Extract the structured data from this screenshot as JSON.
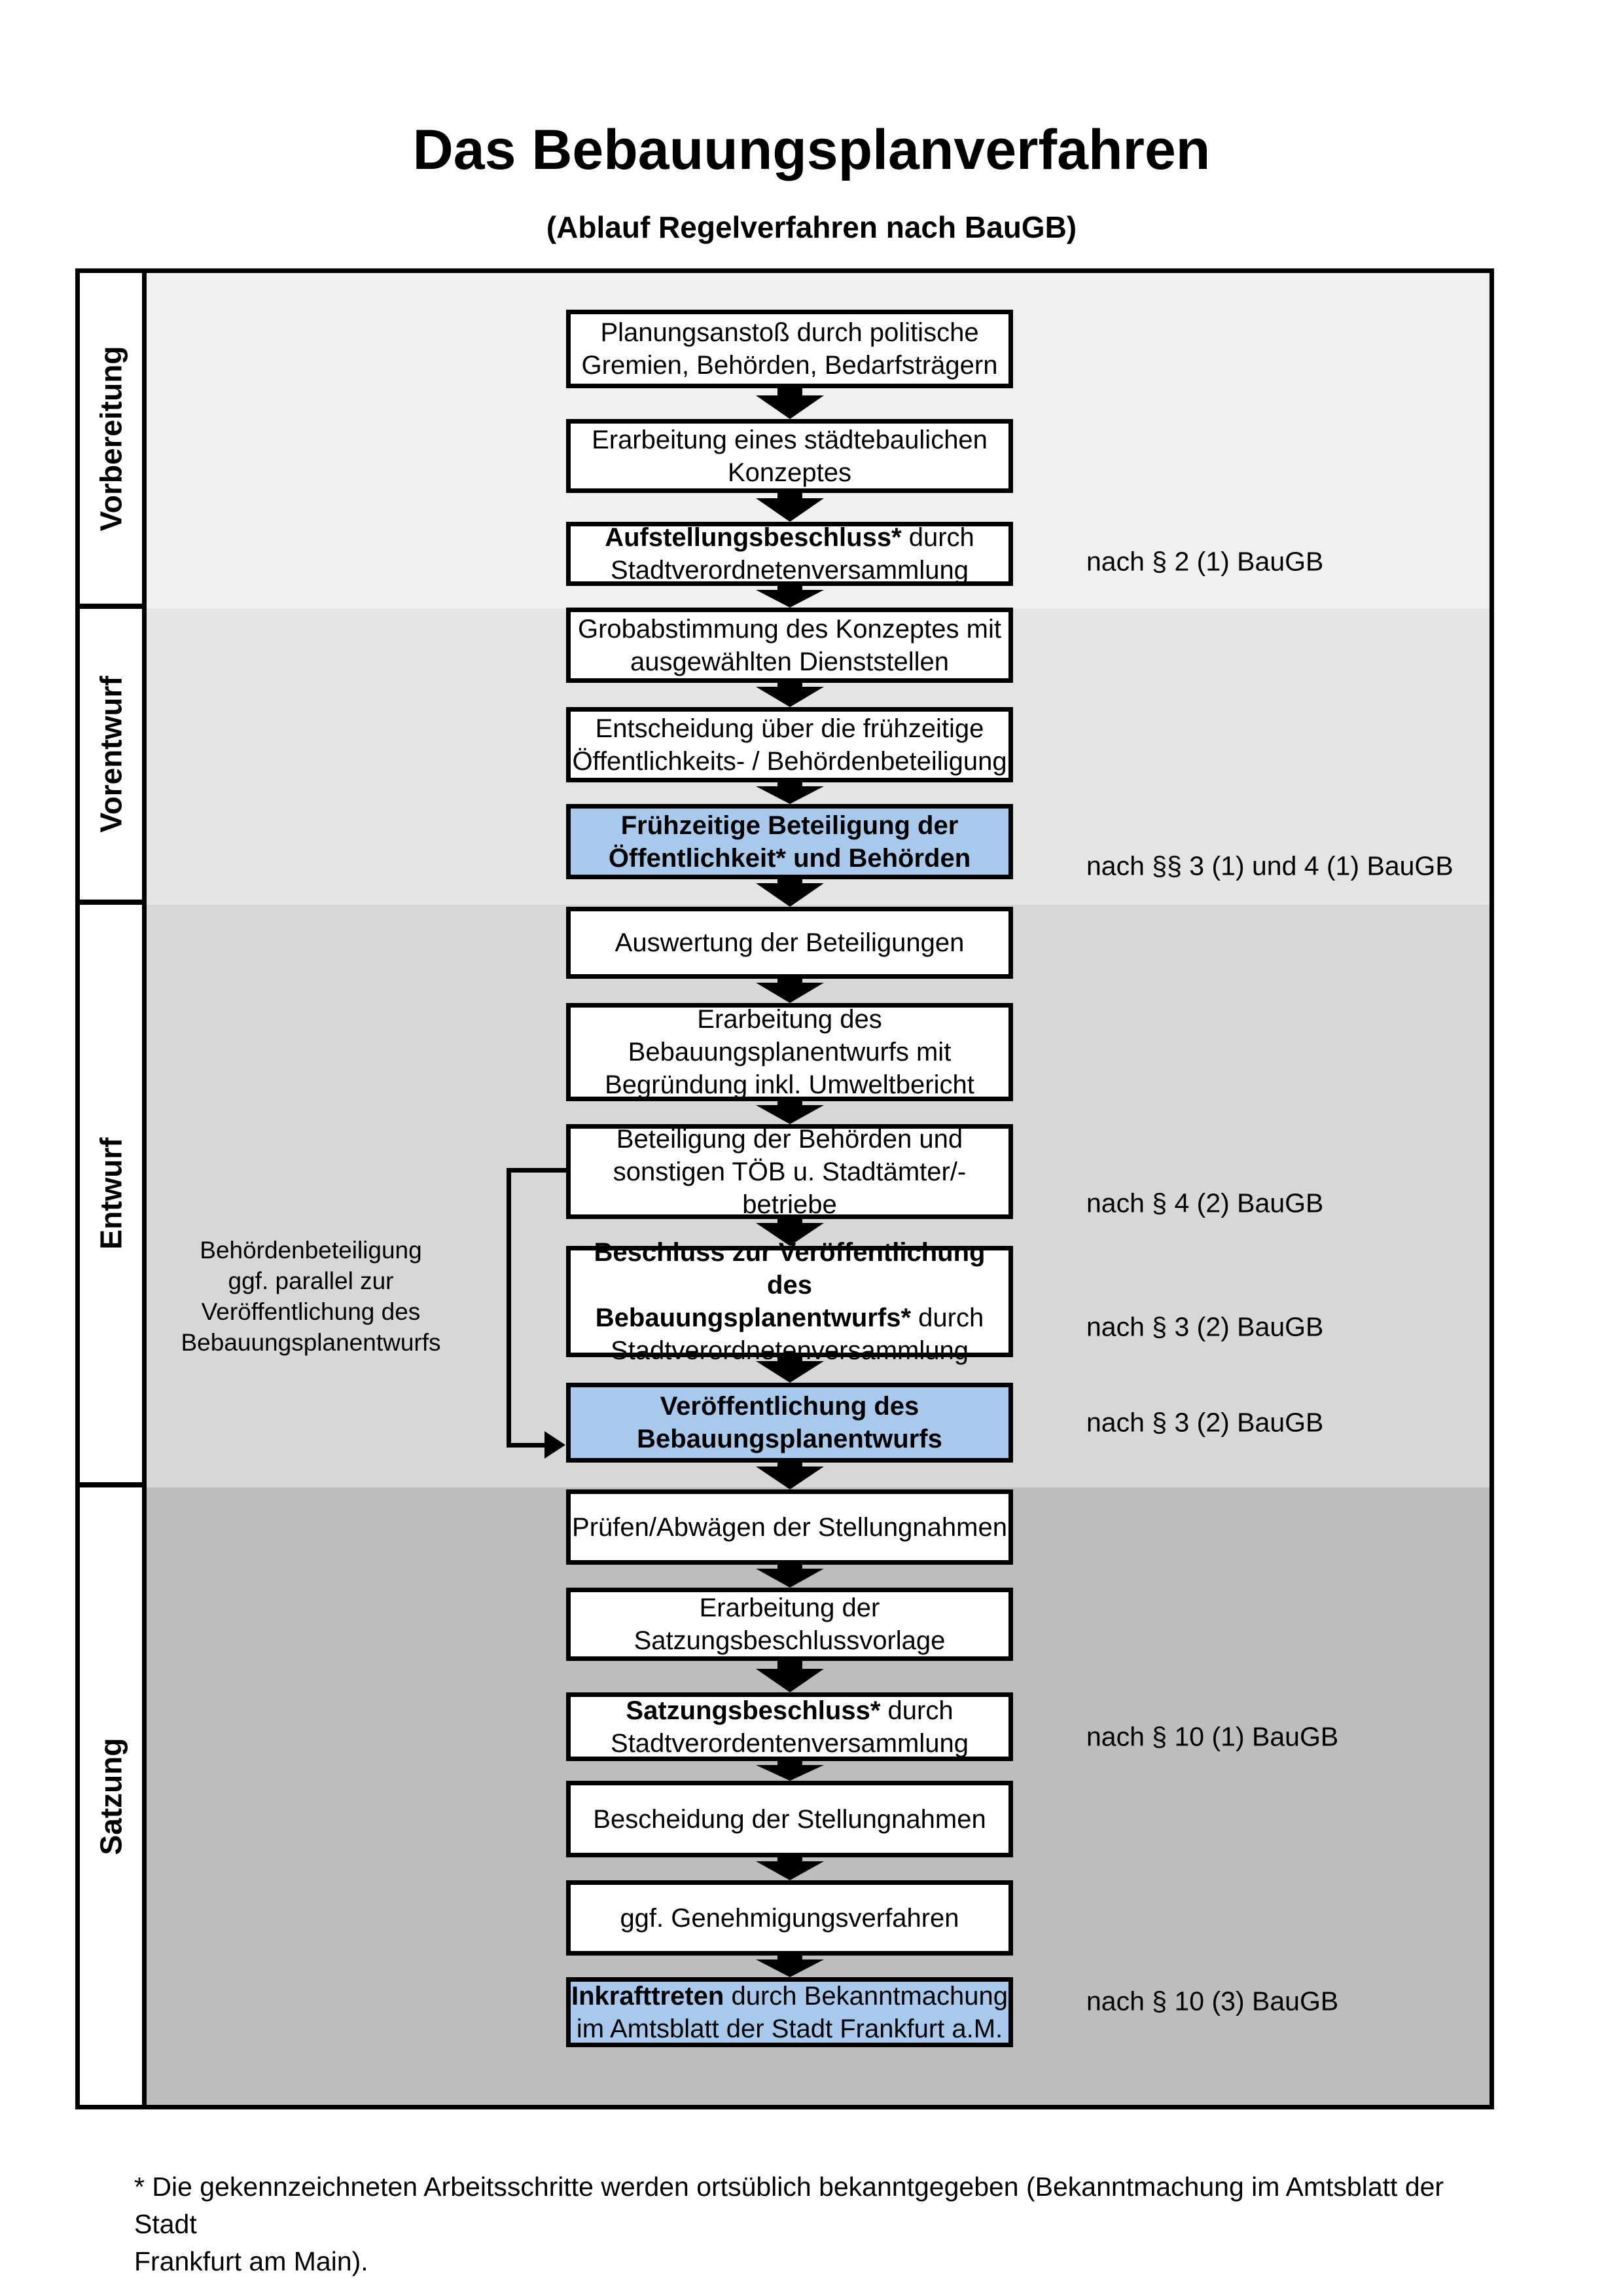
{
  "title": "Das Bebauungsplanverfahren",
  "subtitle": "(Ablauf Regelverfahren nach BauGB)",
  "phases": [
    {
      "label": "Vorbereitung"
    },
    {
      "label": "Vorentwurf"
    },
    {
      "label": "Entwurf"
    },
    {
      "label": "Satzung"
    }
  ],
  "colors": {
    "highlight": "#a9c9ec",
    "box_bg": "#ffffff",
    "line": "#000000",
    "phase_bgs": [
      "#f0f0f0",
      "#e4e4e4",
      "#d7d7d7",
      "#bdbdbd"
    ]
  },
  "steps": [
    {
      "highlight": false,
      "note": "",
      "lines": [
        [
          {
            "t": "Planungsanstoß durch politische",
            "b": false
          }
        ],
        [
          {
            "t": "Gremien, Behörden, Bedarfsträgern",
            "b": false
          }
        ]
      ]
    },
    {
      "highlight": false,
      "note": "",
      "lines": [
        [
          {
            "t": "Erarbeitung eines städtebaulichen",
            "b": false
          }
        ],
        [
          {
            "t": "Konzeptes",
            "b": false
          }
        ]
      ]
    },
    {
      "highlight": false,
      "note": "nach § 2 (1) BauGB",
      "lines": [
        [
          {
            "t": "Aufstellungsbeschluss*",
            "b": true
          },
          {
            "t": " durch",
            "b": false
          }
        ],
        [
          {
            "t": "Stadtverordnetenversammlung",
            "b": false
          }
        ]
      ]
    },
    {
      "highlight": false,
      "note": "",
      "lines": [
        [
          {
            "t": "Grobabstimmung des Konzeptes mit",
            "b": false
          }
        ],
        [
          {
            "t": "ausgewählten Dienststellen",
            "b": false
          }
        ]
      ]
    },
    {
      "highlight": false,
      "note": "",
      "lines": [
        [
          {
            "t": "Entscheidung über die frühzeitige",
            "b": false
          }
        ],
        [
          {
            "t": "Öffentlichkeits- / Behördenbeteiligung",
            "b": false
          }
        ]
      ]
    },
    {
      "highlight": true,
      "note": "nach §§ 3 (1) und 4 (1) BauGB",
      "lines": [
        [
          {
            "t": "Frühzeitige Beteiligung der",
            "b": true
          }
        ],
        [
          {
            "t": "Öffentlichkeit* und Behörden",
            "b": true
          }
        ]
      ]
    },
    {
      "highlight": false,
      "note": "",
      "lines": [
        [
          {
            "t": "Auswertung der Beteiligungen",
            "b": false
          }
        ]
      ]
    },
    {
      "highlight": false,
      "note": "",
      "lines": [
        [
          {
            "t": "Erarbeitung des",
            "b": false
          }
        ],
        [
          {
            "t": "Bebauungsplanentwurfs mit",
            "b": false
          }
        ],
        [
          {
            "t": "Begründung inkl. Umweltbericht",
            "b": false
          }
        ]
      ]
    },
    {
      "highlight": false,
      "note": "nach § 4 (2) BauGB",
      "lines": [
        [
          {
            "t": "Beteiligung der Behörden und",
            "b": false
          }
        ],
        [
          {
            "t": "sonstigen TÖB u. Stadtämter/-betriebe",
            "b": false
          }
        ]
      ]
    },
    {
      "highlight": false,
      "note": "nach § 3 (2) BauGB",
      "lines": [
        [
          {
            "t": "Beschluss zur Veröffentlichung des",
            "b": true
          }
        ],
        [
          {
            "t": "Bebauungsplanentwurfs*",
            "b": true
          },
          {
            "t": " durch",
            "b": false
          }
        ],
        [
          {
            "t": "Stadtverordnetenversammlung",
            "b": false
          }
        ]
      ]
    },
    {
      "highlight": true,
      "note": "nach § 3 (2) BauGB",
      "lines": [
        [
          {
            "t": "Veröffentlichung des",
            "b": true
          }
        ],
        [
          {
            "t": "Bebauungsplanentwurfs",
            "b": true
          }
        ]
      ]
    },
    {
      "highlight": false,
      "note": "",
      "lines": [
        [
          {
            "t": "Prüfen/Abwägen der Stellungnahmen",
            "b": false
          }
        ]
      ]
    },
    {
      "highlight": false,
      "note": "",
      "lines": [
        [
          {
            "t": "Erarbeitung der",
            "b": false
          }
        ],
        [
          {
            "t": "Satzungsbeschlussvorlage",
            "b": false
          }
        ]
      ]
    },
    {
      "highlight": false,
      "note": "nach § 10 (1) BauGB",
      "lines": [
        [
          {
            "t": "Satzungsbeschluss*",
            "b": true
          },
          {
            "t": " durch",
            "b": false
          }
        ],
        [
          {
            "t": "Stadtverordentenversammlung",
            "b": false
          }
        ]
      ]
    },
    {
      "highlight": false,
      "note": "",
      "lines": [
        [
          {
            "t": "Bescheidung der Stellungnahmen",
            "b": false
          }
        ]
      ]
    },
    {
      "highlight": false,
      "note": "",
      "lines": [
        [
          {
            "t": "ggf. Genehmigungsverfahren",
            "b": false
          }
        ]
      ]
    },
    {
      "highlight": true,
      "note": "nach § 10 (3) BauGB",
      "lines": [
        [
          {
            "t": "Inkrafttreten",
            "b": true
          },
          {
            "t": " durch Bekanntmachung",
            "b": false
          }
        ],
        [
          {
            "t": "im Amtsblatt der Stadt Frankfurt a.M.",
            "b": false
          }
        ]
      ]
    }
  ],
  "side_note_lines": [
    "Behördenbeteiligung",
    "ggf. parallel zur",
    "Veröffentlichung des",
    "Bebauungsplanentwurfs"
  ],
  "footnote_lines": [
    "* Die gekennzeichneten Arbeitsschritte werden ortsüblich bekanntgegeben (Bekanntmachung im Amtsblatt  der Stadt",
    "Frankfurt am Main)."
  ]
}
